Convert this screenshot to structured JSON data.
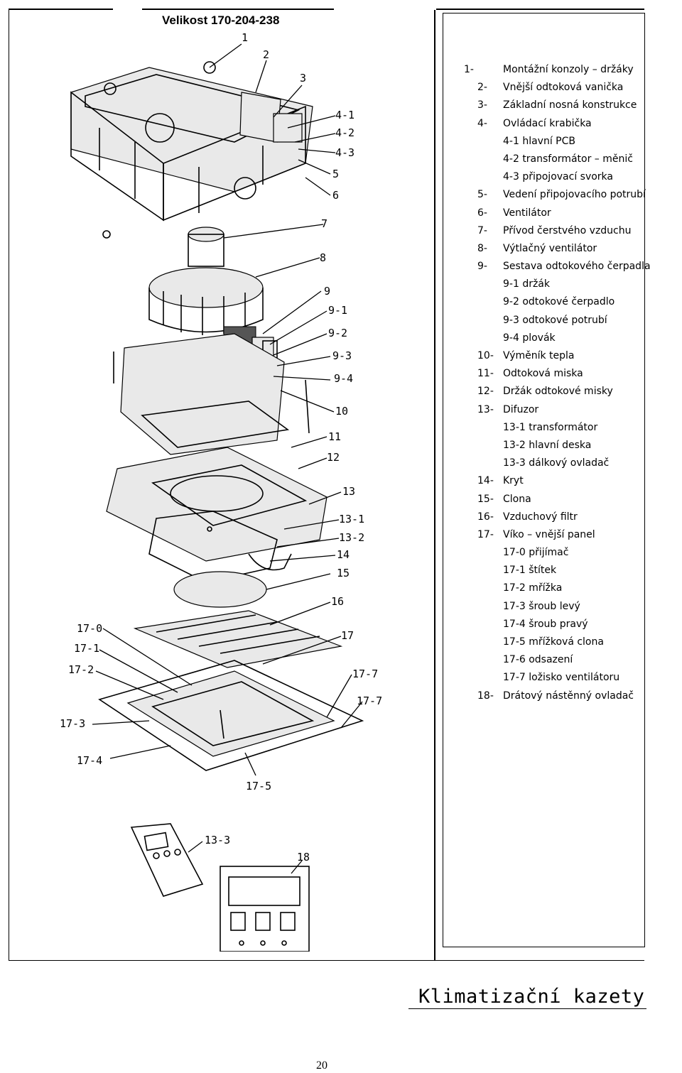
{
  "header": {
    "size_label": "Velikost 170-204-238"
  },
  "legend": [
    {
      "num": "1-",
      "text": "Montážní konzoly – držáky",
      "level": "first"
    },
    {
      "num": "2-",
      "text": "Vnější odtoková vanička",
      "level": "main"
    },
    {
      "num": "3-",
      "text": "Základní nosná konstrukce",
      "level": "main"
    },
    {
      "num": "4-",
      "text": "Ovládací krabička",
      "level": "main"
    },
    {
      "num": "",
      "text": "4-1 hlavní PCB",
      "level": "sub"
    },
    {
      "num": "",
      "text": "4-2 transformátor – měnič",
      "level": "sub"
    },
    {
      "num": "",
      "text": "4-3 připojovací svorka",
      "level": "sub"
    },
    {
      "num": "5-",
      "text": "Vedení připojovacího potrubí",
      "level": "main"
    },
    {
      "num": "6-",
      "text": "Ventilátor",
      "level": "main"
    },
    {
      "num": "7-",
      "text": "Přívod čerstvého vzduchu",
      "level": "main"
    },
    {
      "num": "8-",
      "text": "Výtlačný ventilátor",
      "level": "main"
    },
    {
      "num": "9-",
      "text": "Sestava odtokového čerpadla",
      "level": "main"
    },
    {
      "num": "",
      "text": "9-1 držák",
      "level": "sub"
    },
    {
      "num": "",
      "text": "9-2 odtokové čerpadlo",
      "level": "sub"
    },
    {
      "num": "",
      "text": "9-3 odtokové potrubí",
      "level": "sub"
    },
    {
      "num": "",
      "text": "9-4 plovák",
      "level": "sub"
    },
    {
      "num": "10-",
      "text": "Výměník tepla",
      "level": "wide"
    },
    {
      "num": "11-",
      "text": "Odtoková miska",
      "level": "wide"
    },
    {
      "num": "12-",
      "text": "Držák odtokové misky",
      "level": "wide"
    },
    {
      "num": "13-",
      "text": "Difuzor",
      "level": "wide"
    },
    {
      "num": "",
      "text": "13-1 transformátor",
      "level": "sub"
    },
    {
      "num": "",
      "text": "13-2 hlavní deska",
      "level": "sub"
    },
    {
      "num": "",
      "text": "13-3 dálkový ovladač",
      "level": "sub"
    },
    {
      "num": "14-",
      "text": "Kryt",
      "level": "wide"
    },
    {
      "num": "15-",
      "text": "Clona",
      "level": "wide"
    },
    {
      "num": "16-",
      "text": "Vzduchový filtr",
      "level": "wide"
    },
    {
      "num": "17-",
      "text": "Víko – vnější panel",
      "level": "wide"
    },
    {
      "num": "",
      "text": "17-0 přijímač",
      "level": "sub"
    },
    {
      "num": "",
      "text": "17-1 štítek",
      "level": "sub"
    },
    {
      "num": "",
      "text": "17-2 mřížka",
      "level": "sub"
    },
    {
      "num": "",
      "text": "17-3 šroub levý",
      "level": "sub"
    },
    {
      "num": "",
      "text": "17-4 šroub pravý",
      "level": "sub"
    },
    {
      "num": "",
      "text": "17-5 mřížková clona",
      "level": "sub"
    },
    {
      "num": "",
      "text": "17-6 odsazení",
      "level": "sub"
    },
    {
      "num": "",
      "text": "17-7 ložisko ventilátoru",
      "level": "sub"
    },
    {
      "num": "18-",
      "text": "Drátový nástěnný ovladač",
      "level": "wide"
    }
  ],
  "callouts": {
    "c1": "1",
    "c2": "2",
    "c3": "3",
    "c4_1": "4-1",
    "c4_2": "4-2",
    "c4_3": "4-3",
    "c5": "5",
    "c6": "6",
    "c7": "7",
    "c8": "8",
    "c9": "9",
    "c9_1": "9-1",
    "c9_2": "9-2",
    "c9_3": "9-3",
    "c9_4": "9-4",
    "c10": "10",
    "c11": "11",
    "c12": "12",
    "c13": "13",
    "c13_1": "13-1",
    "c13_2": "13-2",
    "c14": "14",
    "c15": "15",
    "c16": "16",
    "c17": "17",
    "c17_7a": "17-7",
    "c17_7b": "17-7",
    "c17_0": "17-0",
    "c17_1": "17-1",
    "c17_2": "17-2",
    "c17_3": "17-3",
    "c17_4": "17-4",
    "c17_5": "17-5",
    "c13_3": "13-3",
    "c18": "18"
  },
  "footer": {
    "title": "Klimatizační kazety",
    "page_number": "20"
  }
}
